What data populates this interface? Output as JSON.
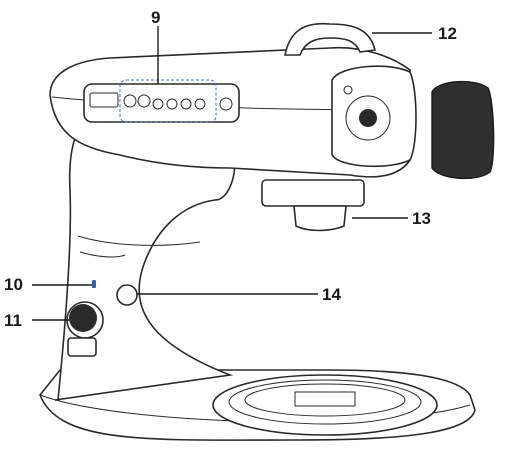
{
  "callouts": {
    "c9": "9",
    "c10": "10",
    "c11": "11",
    "c12": "12",
    "c13": "13",
    "c14": "14"
  }
}
